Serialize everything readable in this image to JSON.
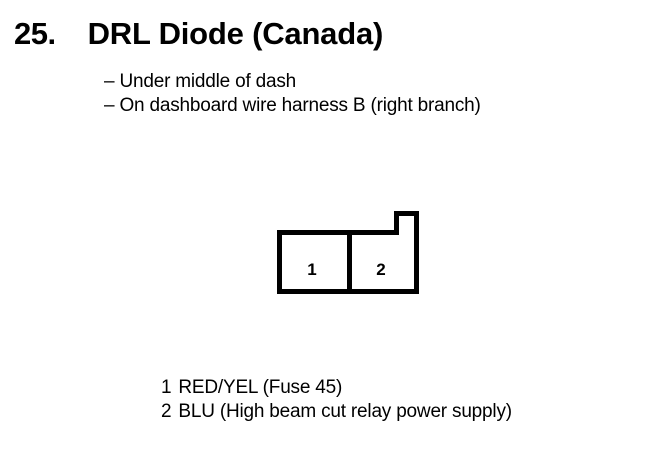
{
  "heading": {
    "number": "25.",
    "title": "DRL Diode (Canada)"
  },
  "notes": [
    "– Under middle of dash",
    "– On dashboard wire harness B (right branch)"
  ],
  "connector": {
    "name": "drl-diode-connector",
    "terminal_count": 2,
    "terminals": [
      {
        "number": "1"
      },
      {
        "number": "2"
      }
    ],
    "stroke_color": "#000000",
    "fill_color": "#ffffff"
  },
  "legend": [
    {
      "number": "1",
      "text": "RED/YEL (Fuse 45)"
    },
    {
      "number": "2",
      "text": "BLU (High beam cut relay power supply)"
    }
  ]
}
